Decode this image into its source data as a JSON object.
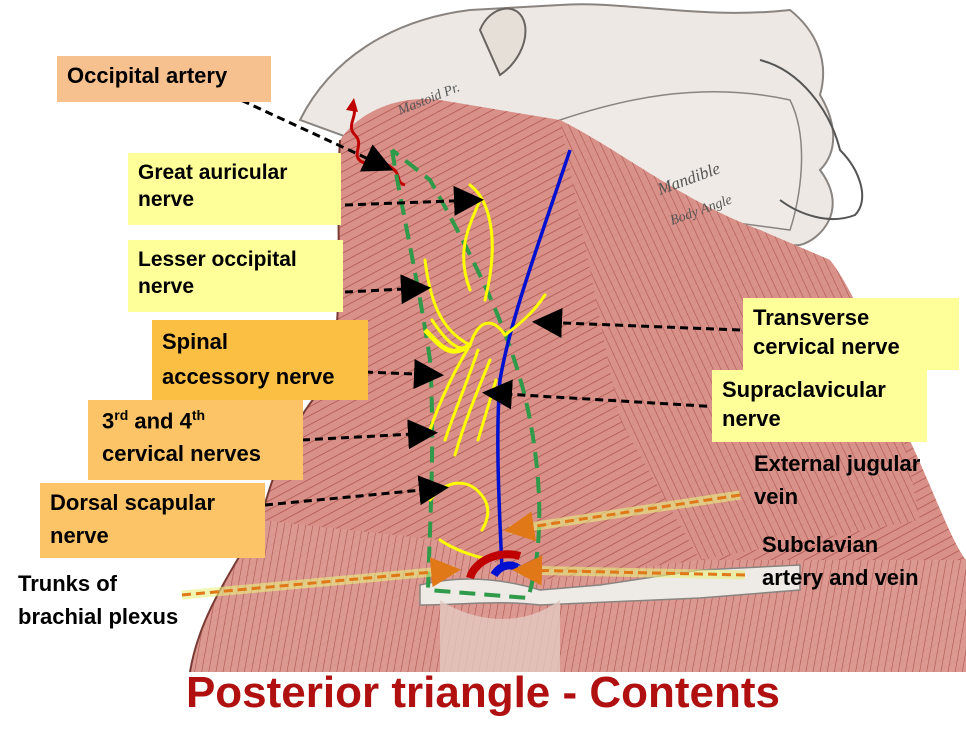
{
  "title": "Posterior triangle - Contents",
  "labels": {
    "occipital_artery": "Occipital artery",
    "great_auricular_1": "Great auricular",
    "great_auricular_2": "nerve",
    "lesser_occipital_1": "Lesser occipital",
    "lesser_occipital_2": "nerve",
    "spinal_accessory_1": "Spinal",
    "spinal_accessory_2": "accessory nerve",
    "cervical_nerves_a": "3",
    "cervical_nerves_sup_a": "rd",
    "cervical_nerves_b": " and 4",
    "cervical_nerves_sup_b": "th",
    "cervical_nerves_2": "cervical nerves",
    "dorsal_scapular_1": "Dorsal scapular",
    "dorsal_scapular_2": "nerve",
    "trunks_1": "Trunks of",
    "trunks_2": "brachial plexus",
    "transverse_cervical_1": "Transverse",
    "transverse_cervical_2": "cervical nerve",
    "supraclavicular_1": "Supraclavicular",
    "supraclavicular_2": "nerve",
    "ext_jugular_1": "External jugular",
    "ext_jugular_2": "vein",
    "subclavian_1": "Subclavian",
    "subclavian_2": "artery and vein"
  },
  "illustration_text": {
    "mastoid": "Mastoid Pr.",
    "mandible": "Mandible",
    "body_angle": "Body Angle"
  },
  "colors": {
    "title": "#b01010",
    "muscle": "#d99088",
    "muscle_line": "#a85048",
    "skin": "#ede8e3",
    "nerve": "#ffff00",
    "vein": "#0010d0",
    "artery": "#c00000",
    "triangle_border": "#2e9a4a",
    "pointer_black": "#000000",
    "pointer_orange": "#e07818",
    "box_peach": "#f7c08f",
    "box_yellow": "#ffff99",
    "box_orange": "#fbbf44"
  }
}
